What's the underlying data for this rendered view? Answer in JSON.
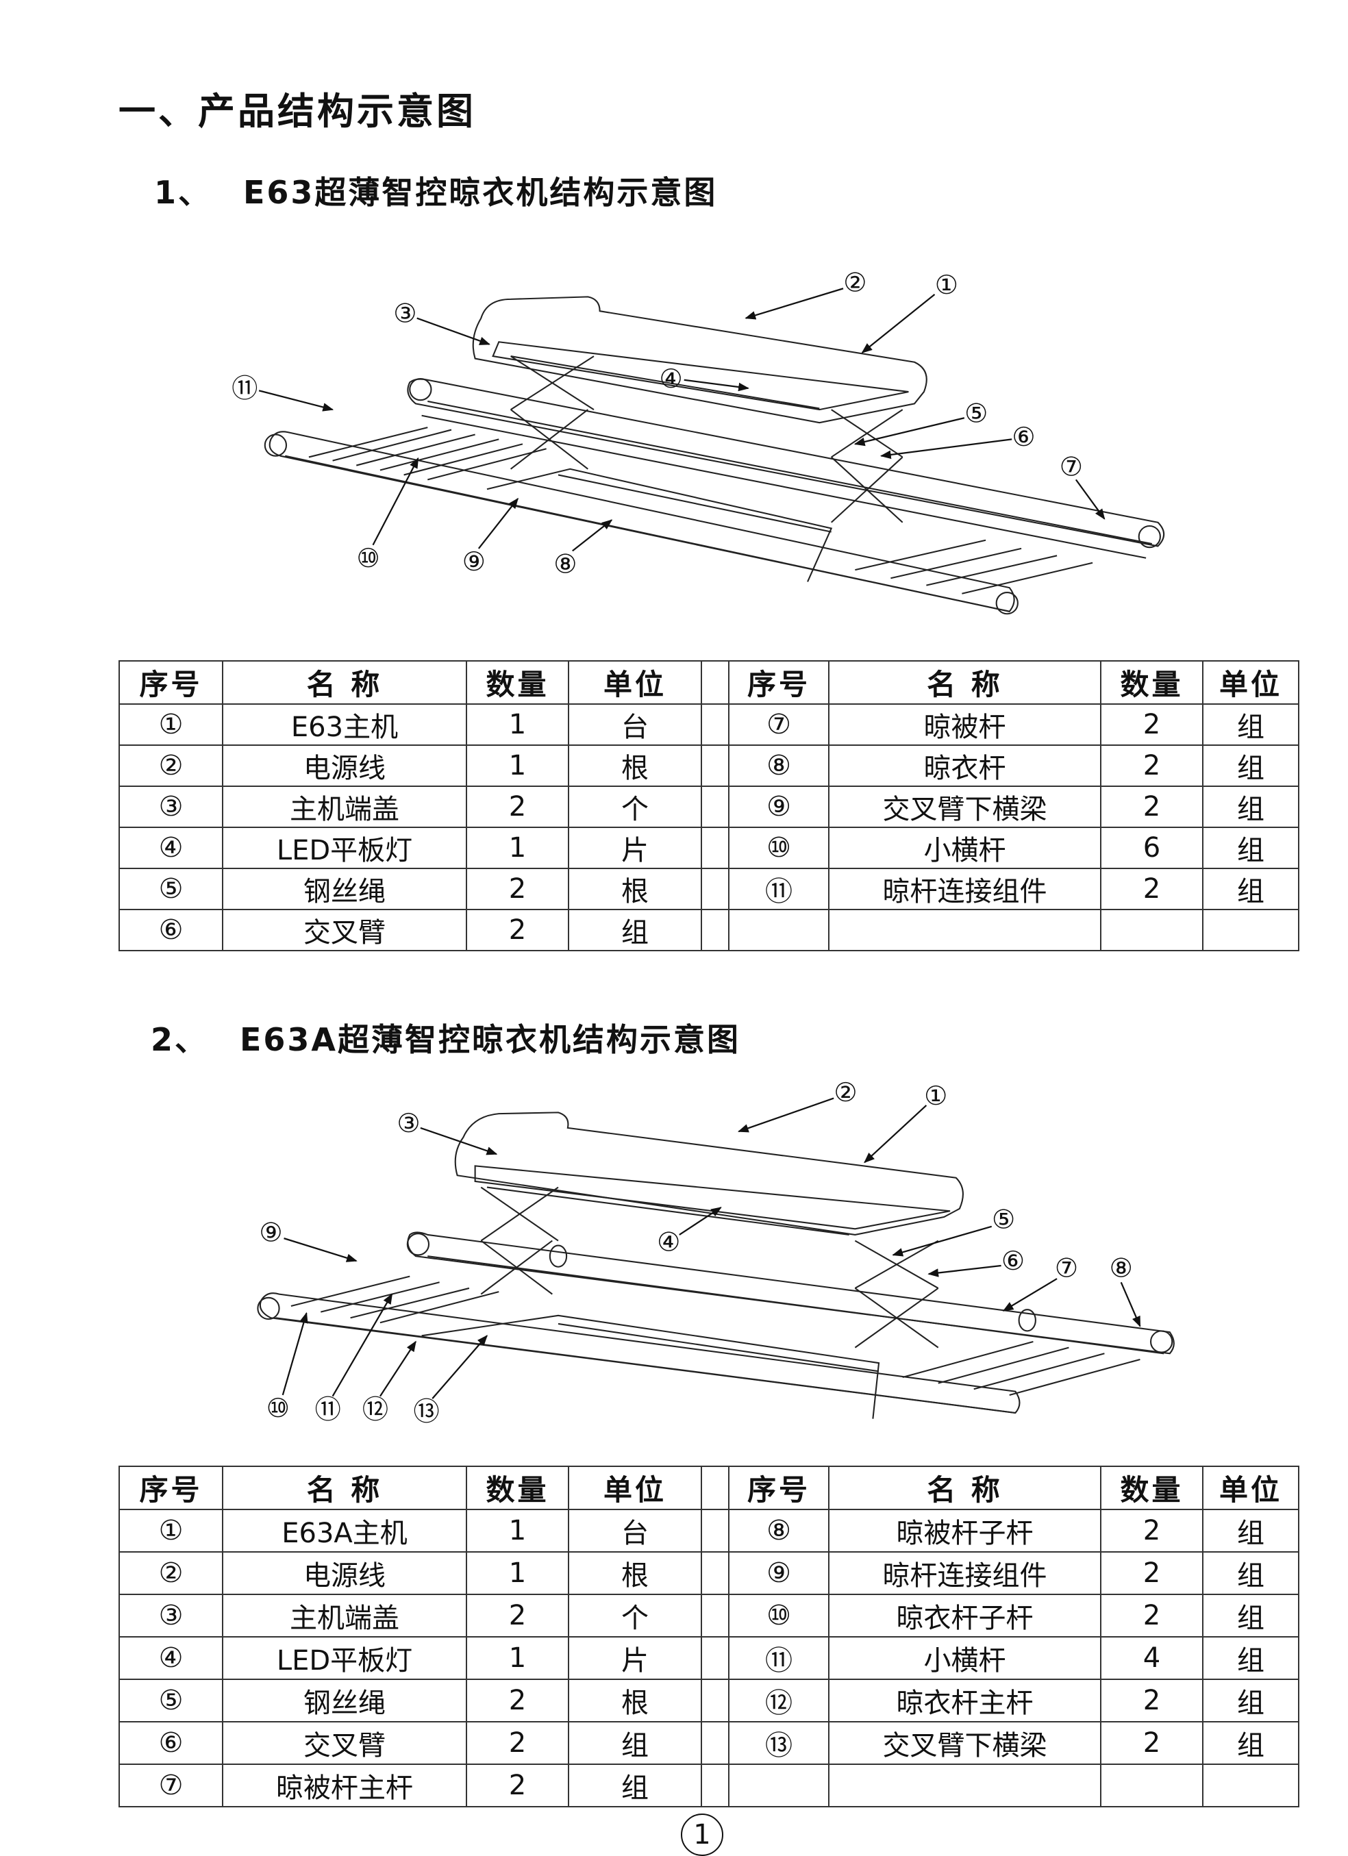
{
  "section_title": "一、产品结构示意图",
  "diagram1": {
    "number": "1、",
    "title": "E63超薄智控晾衣机结构示意图",
    "callouts": [
      "①",
      "②",
      "③",
      "④",
      "⑤",
      "⑥",
      "⑦",
      "⑧",
      "⑨",
      "⑩",
      "⑪"
    ]
  },
  "table_headers": [
    "序号",
    "名 称",
    "数量",
    "单位"
  ],
  "table1": {
    "left": [
      {
        "no": "①",
        "name": "E63主机",
        "qty": "1",
        "unit": "台"
      },
      {
        "no": "②",
        "name": "电源线",
        "qty": "1",
        "unit": "根"
      },
      {
        "no": "③",
        "name": "主机端盖",
        "qty": "2",
        "unit": "个"
      },
      {
        "no": "④",
        "name": "LED平板灯",
        "qty": "1",
        "unit": "片"
      },
      {
        "no": "⑤",
        "name": "钢丝绳",
        "qty": "2",
        "unit": "根"
      },
      {
        "no": "⑥",
        "name": "交叉臂",
        "qty": "2",
        "unit": "组"
      }
    ],
    "right": [
      {
        "no": "⑦",
        "name": "晾被杆",
        "qty": "2",
        "unit": "组"
      },
      {
        "no": "⑧",
        "name": "晾衣杆",
        "qty": "2",
        "unit": "组"
      },
      {
        "no": "⑨",
        "name": "交叉臂下横梁",
        "qty": "2",
        "unit": "组"
      },
      {
        "no": "⑩",
        "name": "小横杆",
        "qty": "6",
        "unit": "组"
      },
      {
        "no": "⑪",
        "name": "晾杆连接组件",
        "qty": "2",
        "unit": "组"
      }
    ]
  },
  "diagram2": {
    "number": "2、",
    "title": "E63A超薄智控晾衣机结构示意图",
    "callouts": [
      "①",
      "②",
      "③",
      "④",
      "⑤",
      "⑥",
      "⑦",
      "⑧",
      "⑨",
      "⑩",
      "⑪",
      "⑫",
      "⑬"
    ]
  },
  "table2": {
    "left": [
      {
        "no": "①",
        "name": "E63A主机",
        "qty": "1",
        "unit": "台"
      },
      {
        "no": "②",
        "name": "电源线",
        "qty": "1",
        "unit": "根"
      },
      {
        "no": "③",
        "name": "主机端盖",
        "qty": "2",
        "unit": "个"
      },
      {
        "no": "④",
        "name": "LED平板灯",
        "qty": "1",
        "unit": "片"
      },
      {
        "no": "⑤",
        "name": "钢丝绳",
        "qty": "2",
        "unit": "根"
      },
      {
        "no": "⑥",
        "name": "交叉臂",
        "qty": "2",
        "unit": "组"
      },
      {
        "no": "⑦",
        "name": "晾被杆主杆",
        "qty": "2",
        "unit": "组"
      }
    ],
    "right": [
      {
        "no": "⑧",
        "name": "晾被杆子杆",
        "qty": "2",
        "unit": "组"
      },
      {
        "no": "⑨",
        "name": "晾杆连接组件",
        "qty": "2",
        "unit": "组"
      },
      {
        "no": "⑩",
        "name": "晾衣杆子杆",
        "qty": "2",
        "unit": "组"
      },
      {
        "no": "⑪",
        "name": "小横杆",
        "qty": "4",
        "unit": "组"
      },
      {
        "no": "⑫",
        "name": "晾衣杆主杆",
        "qty": "2",
        "unit": "组"
      },
      {
        "no": "⑬",
        "name": "交叉臂下横梁",
        "qty": "2",
        "unit": "组"
      }
    ]
  },
  "page_number": "1"
}
